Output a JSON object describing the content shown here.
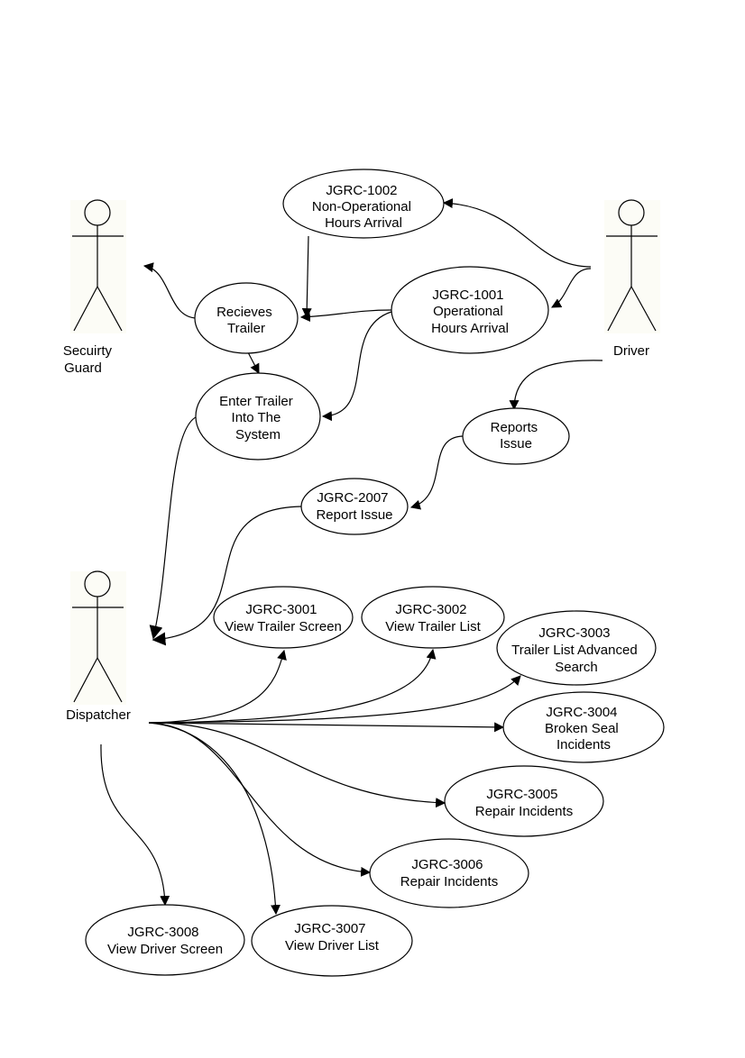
{
  "actors": {
    "security_guard": {
      "lines": [
        "Secuirty",
        "Guard"
      ]
    },
    "driver": {
      "lines": [
        "Driver"
      ]
    },
    "dispatcher": {
      "lines": [
        "Dispatcher"
      ]
    }
  },
  "use_cases": {
    "jgrc_1002": {
      "lines": [
        "JGRC-1002",
        "Non-Operational",
        "Hours Arrival"
      ]
    },
    "jgrc_1001": {
      "lines": [
        "JGRC-1001",
        "Operational",
        "Hours Arrival"
      ]
    },
    "recieves_trailer": {
      "lines": [
        "Recieves",
        "Trailer"
      ]
    },
    "enter_trailer": {
      "lines": [
        "Enter Trailer",
        "Into The",
        "System"
      ]
    },
    "reports_issue": {
      "lines": [
        "Reports",
        "Issue"
      ]
    },
    "jgrc_2007": {
      "lines": [
        "JGRC-2007",
        "Report Issue"
      ]
    },
    "jgrc_3001": {
      "lines": [
        "JGRC-3001",
        "View Trailer Screen"
      ]
    },
    "jgrc_3002": {
      "lines": [
        "JGRC-3002",
        "View Trailer List"
      ]
    },
    "jgrc_3003": {
      "lines": [
        "JGRC-3003",
        "Trailer List Advanced",
        "Search"
      ]
    },
    "jgrc_3004": {
      "lines": [
        "JGRC-3004",
        "Broken Seal",
        "Incidents"
      ]
    },
    "jgrc_3005": {
      "lines": [
        "JGRC-3005",
        "Repair Incidents"
      ]
    },
    "jgrc_3006": {
      "lines": [
        "JGRC-3006",
        "Repair Incidents"
      ]
    },
    "jgrc_3007": {
      "lines": [
        "JGRC-3007",
        "View Driver List"
      ]
    },
    "jgrc_3008": {
      "lines": [
        "JGRC-3008",
        "View Driver Screen"
      ]
    }
  }
}
